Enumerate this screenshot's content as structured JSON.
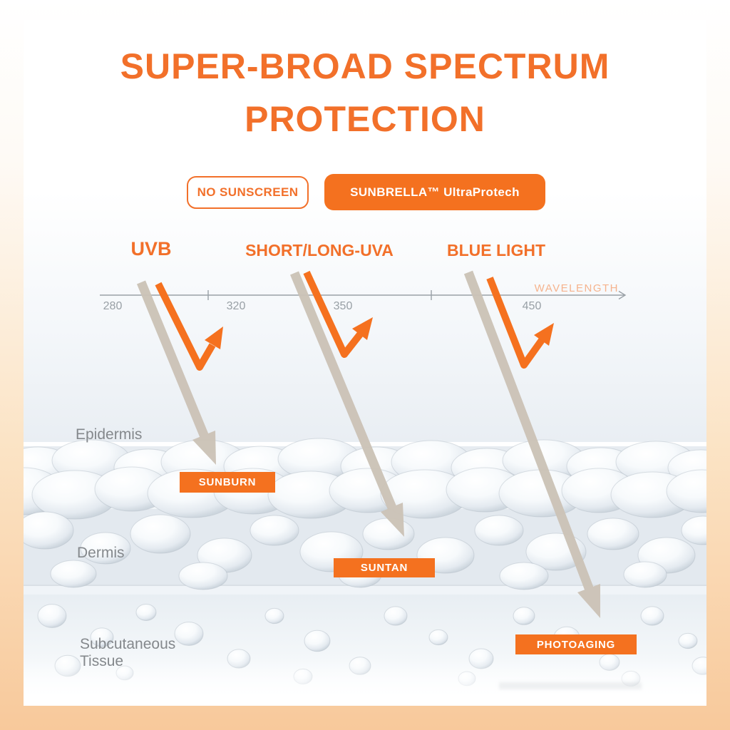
{
  "title": {
    "line1": "SUPER-BROAD SPECTRUM",
    "line2": "PROTECTION"
  },
  "legend": {
    "no_sunscreen_label": "NO SUNSCREEN",
    "product_label": "SUNBRELLA™ UltraProtech"
  },
  "spectrum": {
    "ray_labels": [
      "UVB",
      "SHORT/LONG-UVA",
      "BLUE LIGHT"
    ],
    "axis_label": "WAVELENGTH",
    "tick_labels": [
      "280",
      "320",
      "350",
      "450"
    ]
  },
  "skin": {
    "layer_labels": [
      "Epidermis",
      "Dermis",
      "Subcutaneous Tissue"
    ],
    "effect_badges": [
      "SUNBURN",
      "SUNTAN",
      "PHOTOAGING"
    ]
  },
  "colors": {
    "accent_orange": "#F2702A",
    "badge_orange": "#F4711F",
    "ray_orange": "#F5711F",
    "ray_gray": "#CCC3B7",
    "axis_gray": "#9AA1A7",
    "wavelength_peach": "#F6B38D",
    "skin_blue_gray": "#E7EDF2",
    "frame_peach": "#F8C99B"
  }
}
